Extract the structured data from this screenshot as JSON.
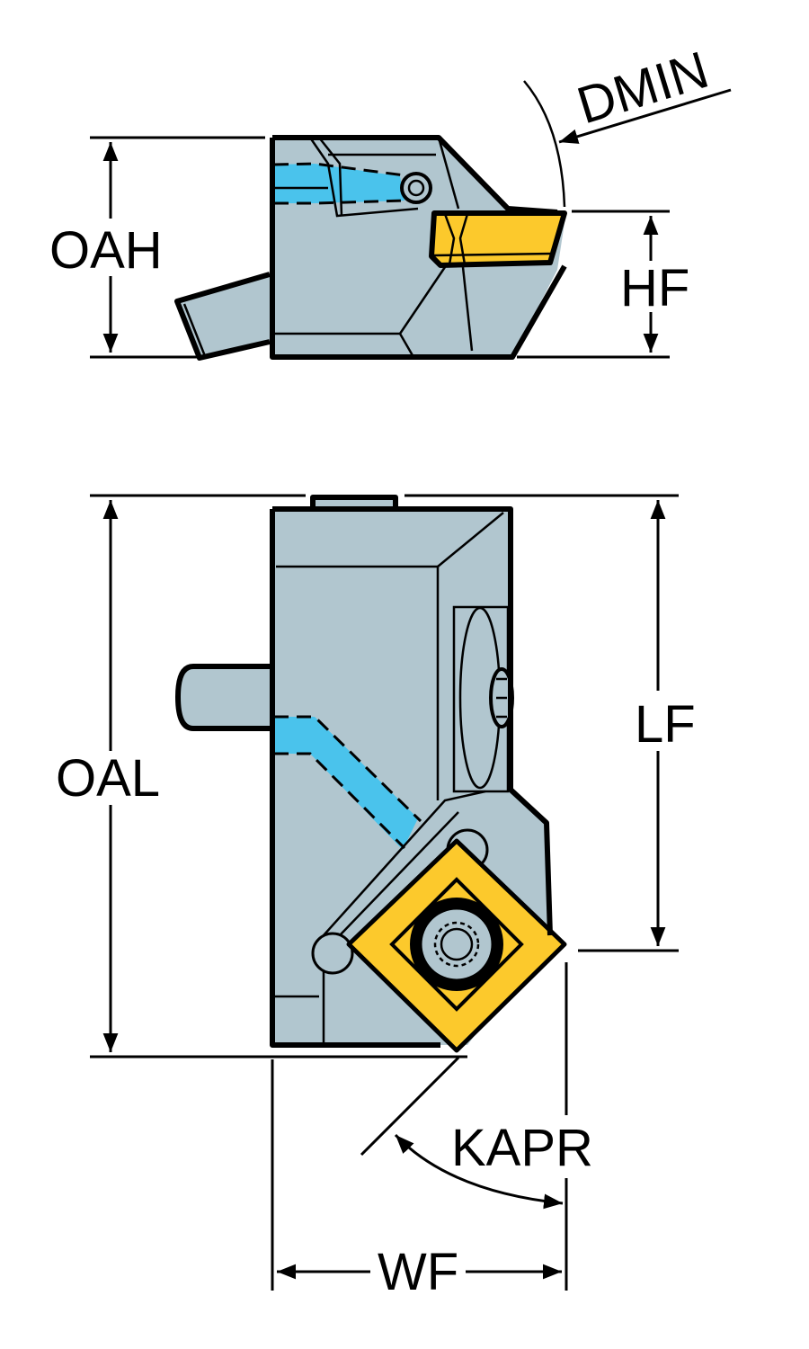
{
  "diagram": {
    "title": "Cutting tool holder dimension drawing",
    "labels": {
      "dmin": "DMIN",
      "oah": "OAH",
      "hf": "HF",
      "oal": "OAL",
      "lf": "LF",
      "kapr": "KAPR",
      "wf": "WF"
    },
    "colors": {
      "body": "#b1c6cf",
      "coolant": "#4ac3ec",
      "insert": "#fcc92c",
      "outline": "#000000",
      "background": "#ffffff"
    }
  }
}
